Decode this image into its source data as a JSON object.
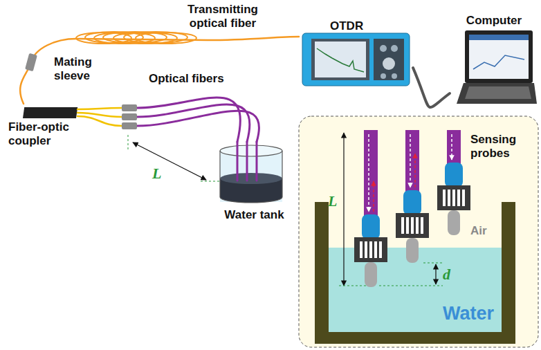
{
  "diagram": {
    "nodes": [
      {
        "text": [
          "OTDR"
        ]
      },
      {
        "text": [
          "Computer"
        ]
      },
      {
        "text": [
          "Fiber-optic coupler"
        ]
      },
      {
        "text": [
          "Water tank"
        ]
      }
    ],
    "edges": [
      {
        "from": 0,
        "to": 1,
        "arrow": "none"
      },
      {
        "from": 2,
        "to": 0,
        "arrow": "none"
      },
      {
        "from": 2,
        "to": 3,
        "arrow": "none"
      }
    ],
    "labels": [
      "Transmitting optical fiber",
      "Mating sleeve",
      "Optical fibers",
      "L",
      "Sensing probes",
      "L",
      "Air",
      "Water",
      "d"
    ]
  }
}
